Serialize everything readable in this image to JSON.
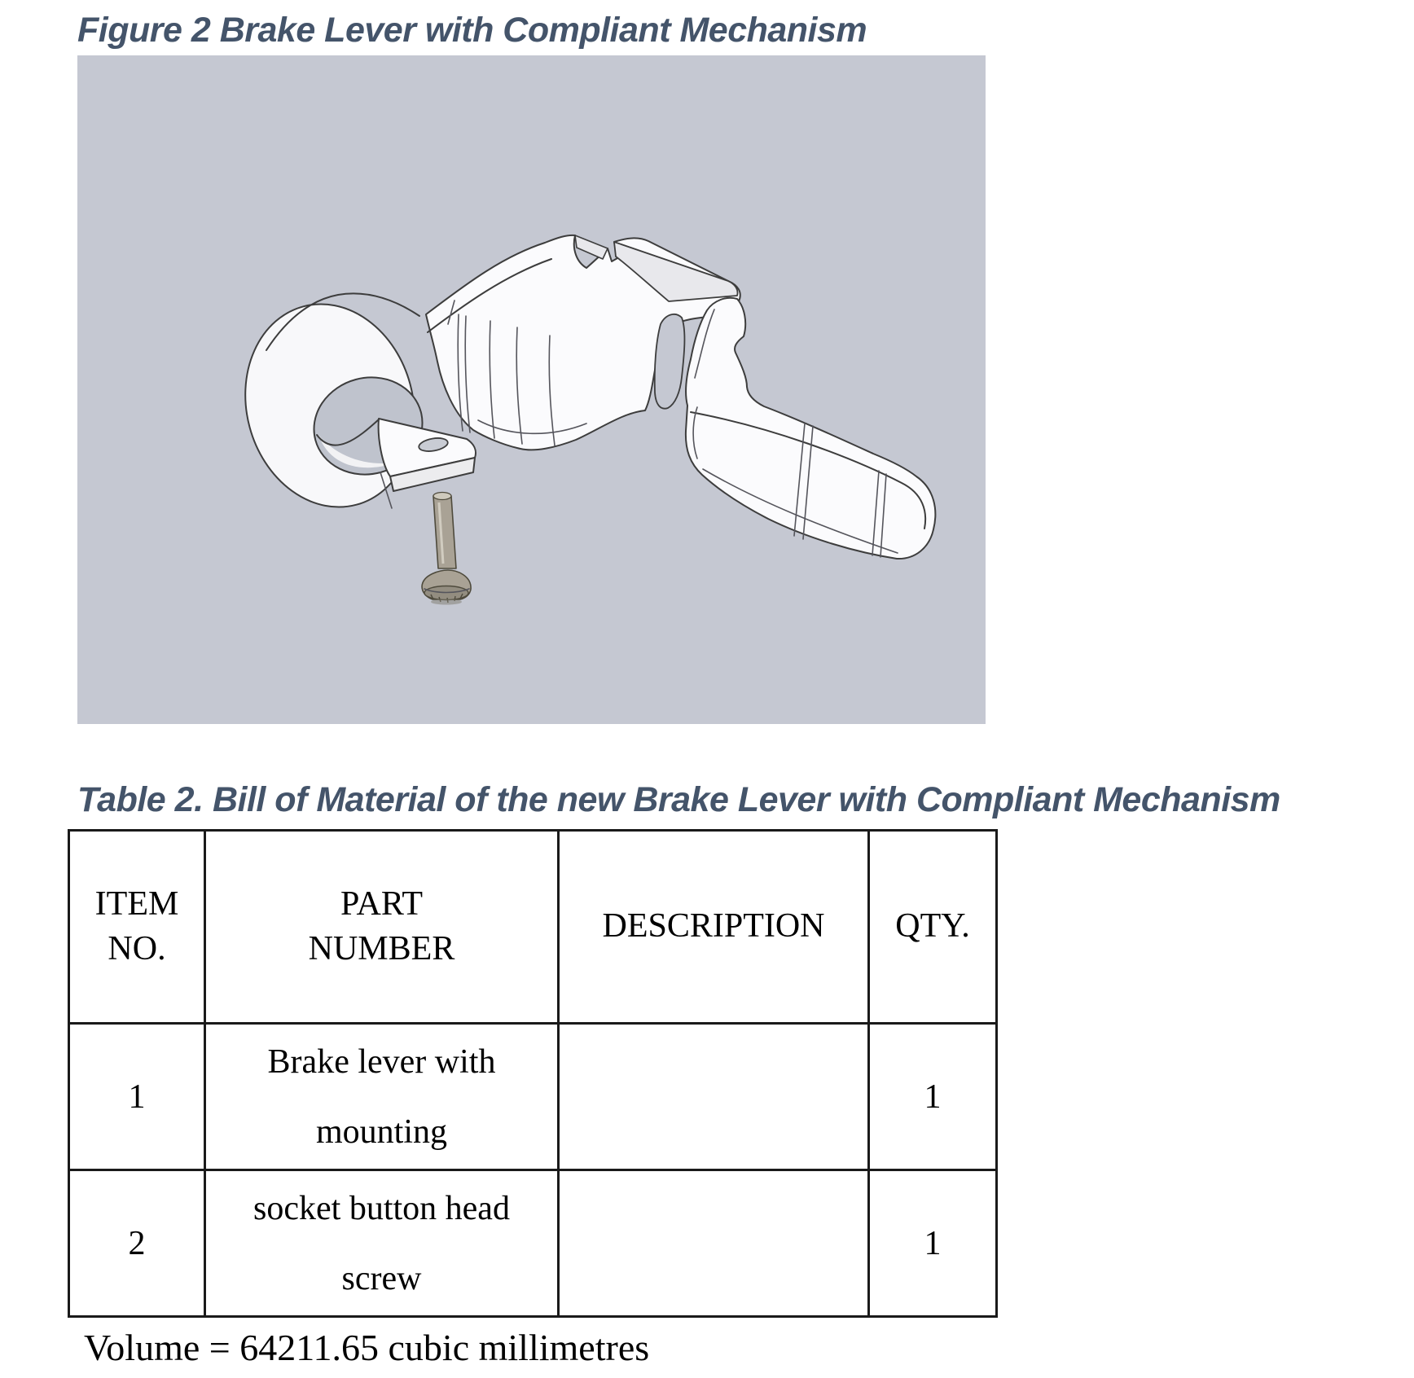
{
  "figure": {
    "caption": "Figure 2 Brake Lever with Compliant Mechanism",
    "background_color": "#c5c8d2",
    "parts": {
      "clamp_ring": "handlebar-clamp-ring",
      "mounting_tab": "mounting-tab-with-hole",
      "screw": "socket-button-head-screw",
      "body": "lever-body-compliant-mechanism",
      "yoke": "compliant-yoke-slot",
      "blade": "lever-blade"
    }
  },
  "bom_table": {
    "caption": "Table 2. Bill of Material of the new Brake Lever with Compliant Mechanism",
    "columns": [
      "ITEM\nNO.",
      "PART\nNUMBER",
      "DESCRIPTION",
      "QTY."
    ],
    "rows": [
      [
        "1",
        "Brake lever with\nmounting",
        "",
        "1"
      ],
      [
        "2",
        "socket button head\nscrew",
        "",
        "1"
      ]
    ]
  },
  "footer": {
    "volume_note": "Volume = 64211.65 cubic millimetres"
  },
  "colors": {
    "caption_text": "#44546A",
    "table_border": "#1a1a1a",
    "figure_background": "#c5c8d2",
    "part_surface": "#fbfbfd",
    "part_shaded_face": "#e8e8ec",
    "screw_metal": "#a9a295"
  }
}
